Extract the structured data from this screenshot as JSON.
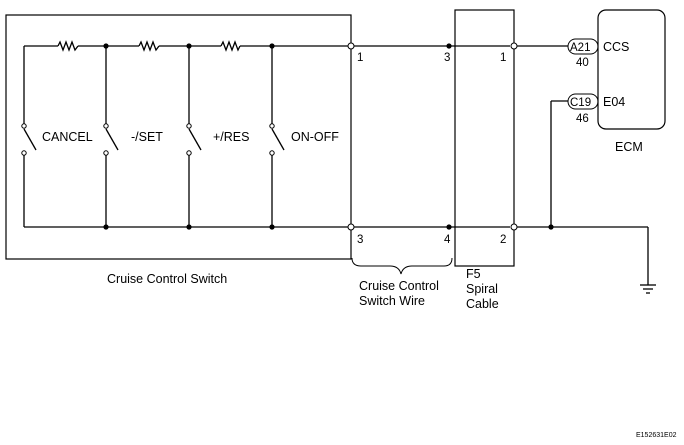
{
  "switch_box": {
    "title": "Cruise Control Switch",
    "switches": [
      "CANCEL",
      "-/SET",
      "+/RES",
      "ON-OFF"
    ],
    "pins": {
      "top": "1",
      "bottom": "3"
    }
  },
  "wire_section": {
    "label_line1": "Cruise Control",
    "label_line2": "Switch Wire",
    "pins": {
      "top": "3",
      "bottom": "4"
    }
  },
  "spiral_cable": {
    "label_line1": "F5",
    "label_line2": "Spiral",
    "label_line3": "Cable",
    "pins": {
      "top": "1",
      "bottom": "2"
    }
  },
  "ecm": {
    "label": "ECM",
    "connectors": [
      {
        "connector": "A21",
        "signal": "CCS",
        "pin": "40"
      },
      {
        "connector": "C19",
        "signal": "E04",
        "pin": "46"
      }
    ]
  },
  "figure_code": "E152631E02",
  "icons": [
    "resistor-icon",
    "switch-icon",
    "ground-icon",
    "terminal-icon",
    "junction-dot-icon"
  ]
}
